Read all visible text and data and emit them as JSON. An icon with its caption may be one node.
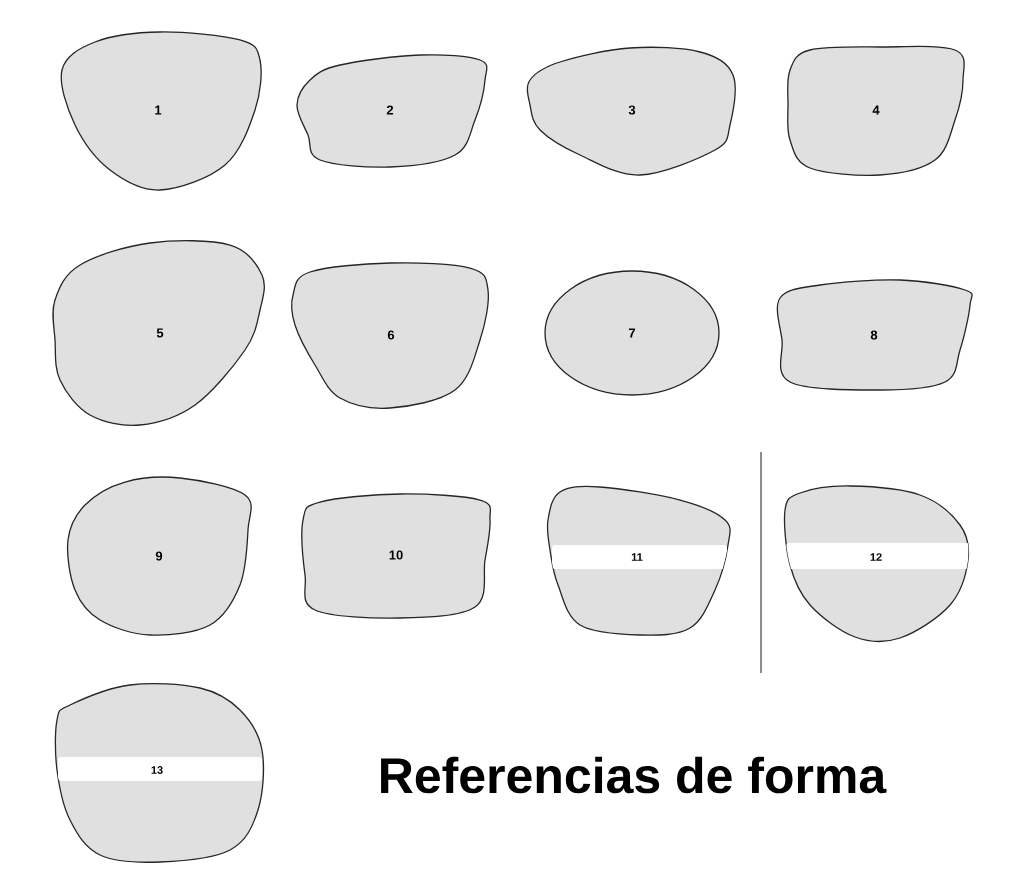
{
  "diagram": {
    "title": "Referencias de forma",
    "nodes": [
      {
        "text": [
          "1"
        ]
      },
      {
        "text": [
          "2"
        ]
      },
      {
        "text": [
          "3"
        ]
      },
      {
        "text": [
          "4"
        ]
      },
      {
        "text": [
          "5"
        ]
      },
      {
        "text": [
          "6"
        ]
      },
      {
        "text": [
          "7"
        ]
      },
      {
        "text": [
          "8"
        ]
      },
      {
        "text": [
          "9"
        ]
      },
      {
        "text": [
          "10"
        ]
      },
      {
        "text": [
          "11"
        ]
      },
      {
        "text": [
          "12"
        ]
      },
      {
        "text": [
          "13"
        ]
      }
    ]
  }
}
